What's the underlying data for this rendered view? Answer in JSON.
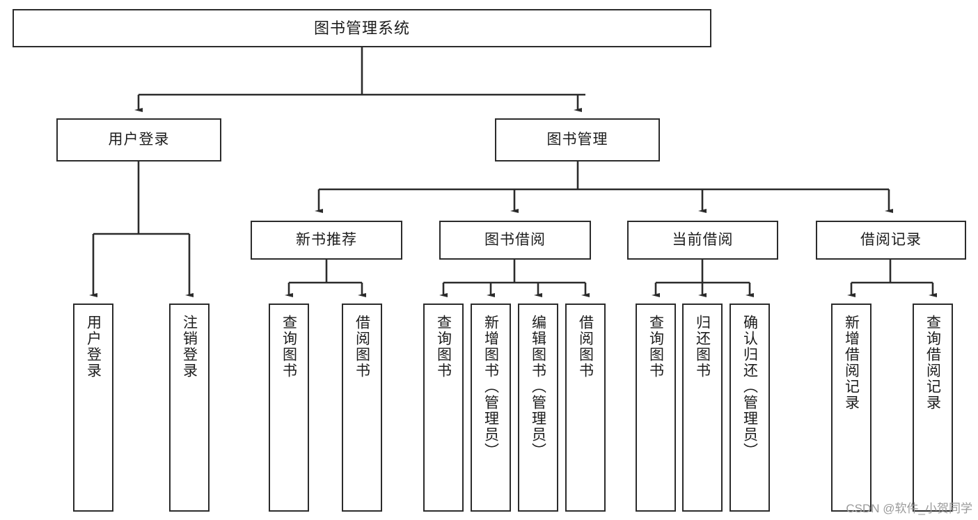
{
  "diagram": {
    "title": "图书管理系统",
    "type": "tree-hierarchy-diagram",
    "colors": {
      "box_border": "#2b2b2b",
      "box_fill": "#ffffff",
      "connector": "#2b2b2b",
      "background": "#ffffff",
      "watermark": "#9a9a9a"
    },
    "nodes": {
      "root": {
        "label": "图书管理系统"
      },
      "level2": [
        {
          "label": "用户登录"
        },
        {
          "label": "图书管理"
        }
      ],
      "level3": [
        {
          "label": "新书推荐"
        },
        {
          "label": "图书借阅"
        },
        {
          "label": "当前借阅"
        },
        {
          "label": "借阅记录"
        }
      ],
      "leaves": {
        "user_login": [
          {
            "label": "用户登录"
          },
          {
            "label": "注销登录"
          }
        ],
        "new_book_recommend": [
          {
            "label": "查询图书"
          },
          {
            "label": "借阅图书"
          }
        ],
        "book_borrow": [
          {
            "label": "查询图书"
          },
          {
            "label": "新增图书（管理员）"
          },
          {
            "label": "编辑图书（管理员）"
          },
          {
            "label": "借阅图书"
          }
        ],
        "current_borrow": [
          {
            "label": "查询图书"
          },
          {
            "label": "归还图书"
          },
          {
            "label": "确认归还（管理员）"
          }
        ],
        "borrow_record": [
          {
            "label": "新增借阅记录"
          },
          {
            "label": "查询借阅记录"
          }
        ]
      }
    },
    "watermark": "CSDN @软件_小贺同学"
  }
}
